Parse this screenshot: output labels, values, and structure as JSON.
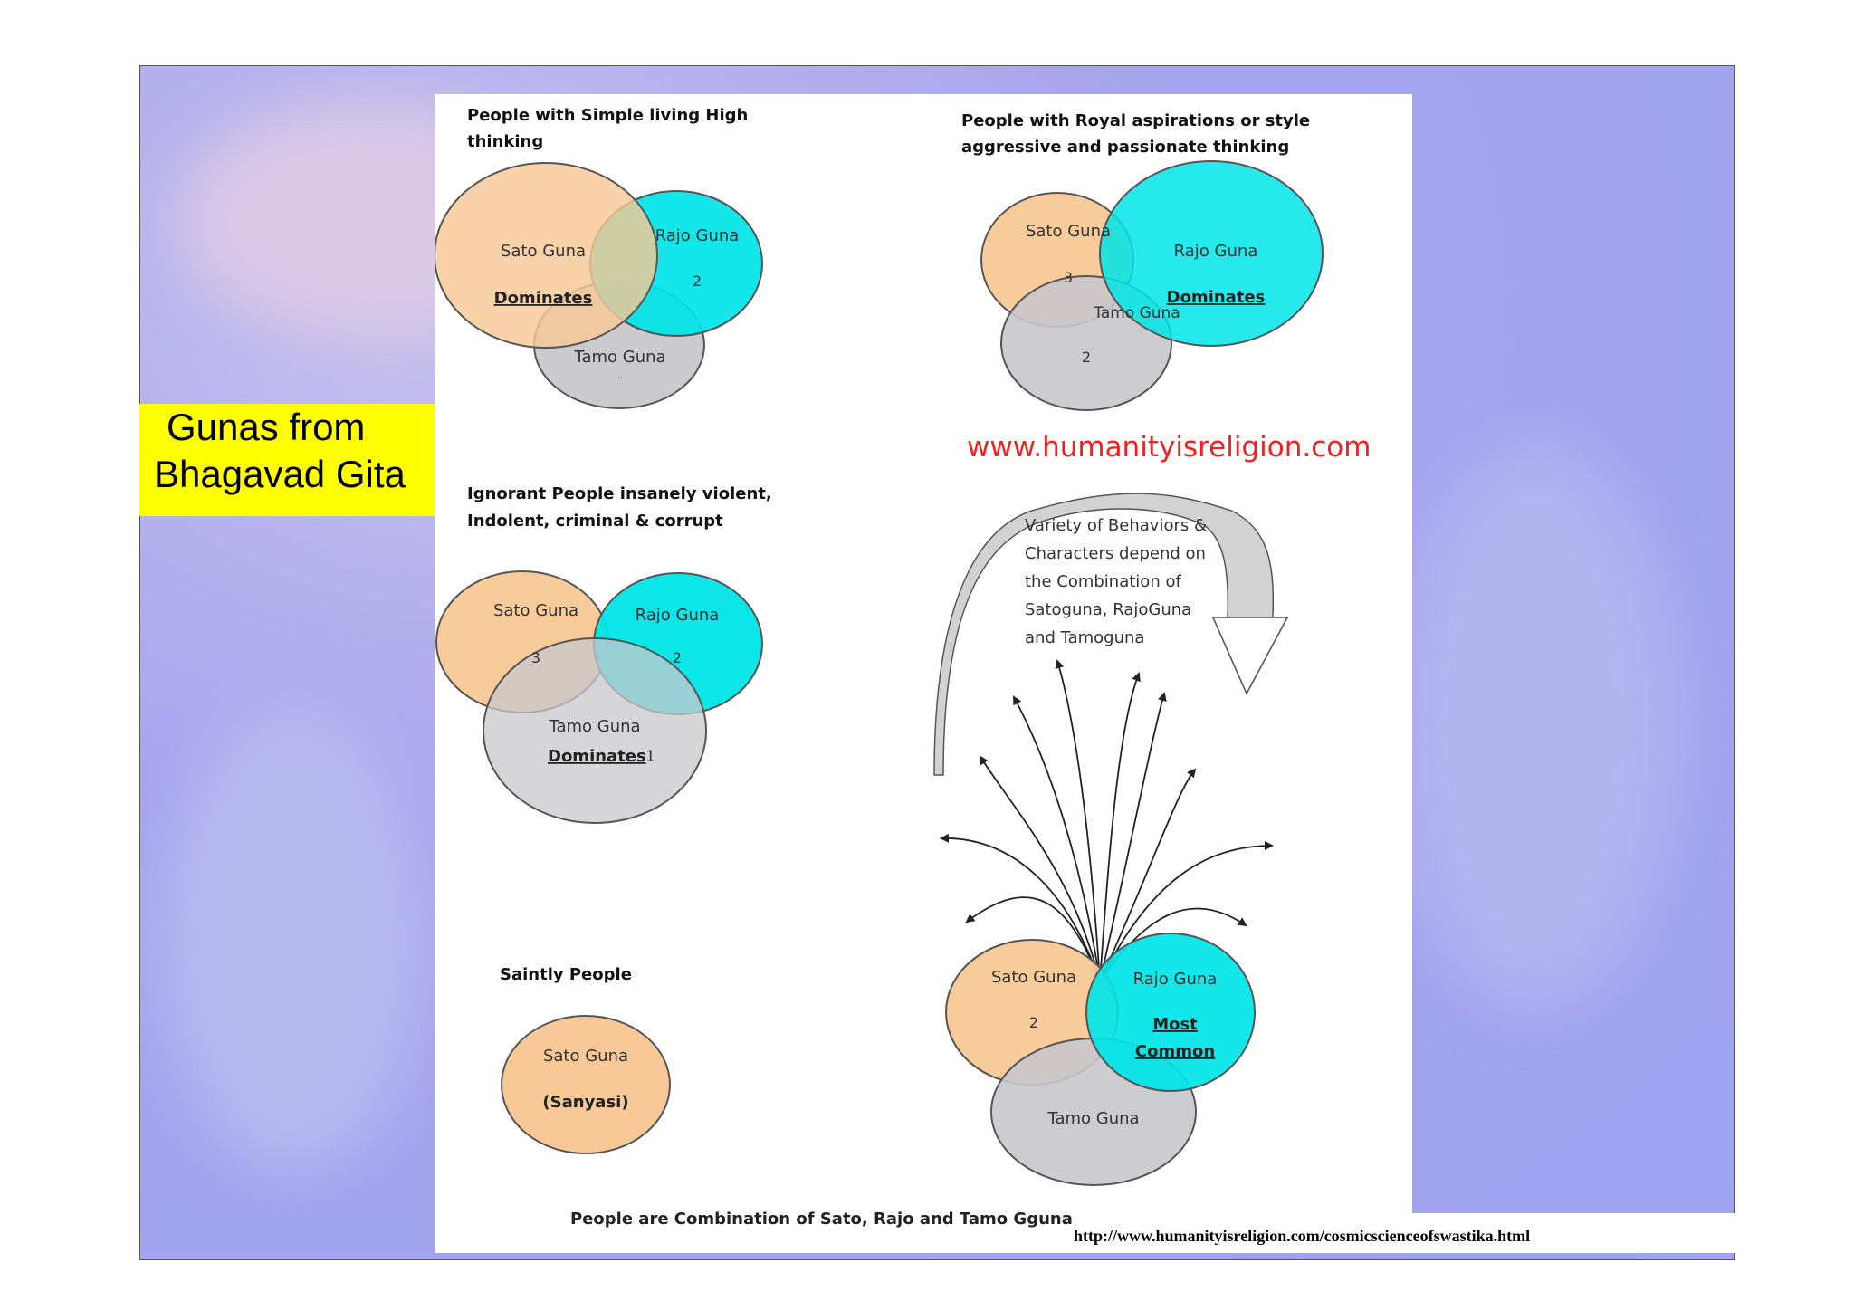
{
  "slide": {
    "title_line1": "Gunas from",
    "title_line2": "Bhagavad Gita",
    "footer_url": "http://www.humanityisreligion.com/cosmicscienceofswastika.html"
  },
  "diagram": {
    "group1": {
      "heading_line1": "People with Simple living High",
      "heading_line2": "thinking",
      "sato_label": "Sato Guna",
      "sato_note": "Dominates",
      "rajo_label": "Rajo Guna",
      "rajo_value": "2",
      "tamo_label": "Tamo Guna",
      "tamo_value": "-"
    },
    "group2": {
      "heading_line1": "People with Royal aspirations or style",
      "heading_line2": "aggressive and passionate thinking",
      "sato_label": "Sato Guna",
      "sato_value": "3",
      "rajo_label": "Rajo Guna",
      "rajo_note": "Dominates",
      "tamo_label": "Tamo Guna",
      "tamo_value": "2"
    },
    "website": "www.humanityisreligion.com",
    "group3": {
      "heading_line1": "Ignorant People insanely violent,",
      "heading_line2": "Indolent, criminal & corrupt",
      "sato_label": "Sato Guna",
      "sato_value": "3",
      "rajo_label": "Rajo Guna",
      "rajo_value": "2",
      "tamo_label": "Tamo Guna",
      "tamo_note": "Dominates",
      "tamo_value": "1"
    },
    "variety_text": [
      "Variety of Behaviors &",
      "Characters depend on",
      "the Combination of",
      "Satoguna, RajoGuna",
      "and Tamoguna"
    ],
    "group4": {
      "heading": "Saintly People",
      "sato_label": "Sato Guna",
      "sato_note": "(Sanyasi)"
    },
    "group5": {
      "sato_label": "Sato Guna",
      "sato_value": "2",
      "rajo_label": "Rajo Guna",
      "rajo_note_line1": "Most",
      "rajo_note_line2": "Common",
      "tamo_label": "Tamo Guna"
    },
    "caption": "People are Combination of Sato, Rajo and Tamo Ggunas"
  },
  "colors": {
    "sato": "#f8c896",
    "rajo": "#00e5e8",
    "tamo": "#c8c8cc",
    "title_bg": "#ffff00",
    "website": "#ee2222"
  }
}
